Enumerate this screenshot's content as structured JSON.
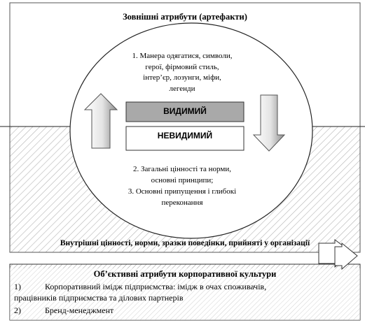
{
  "diagram": {
    "external_title": "Зовнішні атрибути (артефакти)",
    "visible_lines": [
      "1. Манера одягатися, символи,",
      "герої, фірмовий стиль,",
      "інтер’єр, лозунги, міфи,",
      "легенди"
    ],
    "visible_word": "ВИДИМИЙ",
    "invisible_word": "НЕВИДИМИЙ",
    "invisible_lines": [
      "2. Загальні цінності та норми,",
      "основні принципи;",
      "3. Основні припущення і глибокі",
      "переконання"
    ],
    "internal_label": "Внутрішні цінності, норми, зразки поведінки, прийняті у організації"
  },
  "objective_box": {
    "title": "Об’єктивні атрибути корпоративної культури",
    "item1_number": "1)",
    "item1_text": "Корпоративний імідж підприємства: імідж в очах споживачів,",
    "item1_continuation": "працівників підприємства та ділових партнерів",
    "item2_number": "2)",
    "item2_text": "Бренд-менеджмент"
  }
}
